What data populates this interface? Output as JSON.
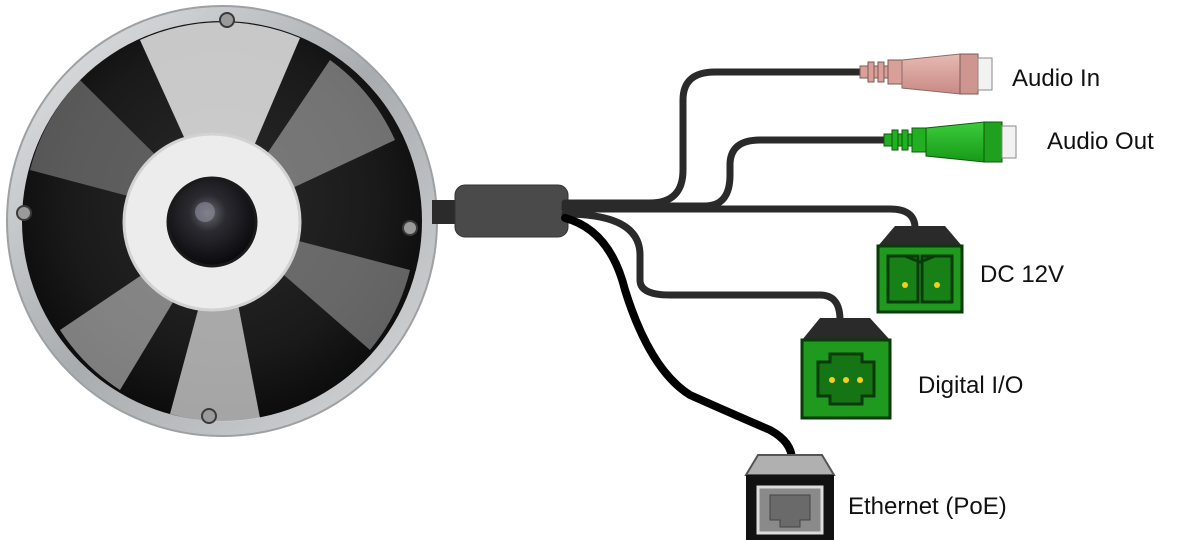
{
  "labels": {
    "audio_in": "Audio In",
    "audio_out": "Audio Out",
    "dc_12v": "DC 12V",
    "digital_io": "Digital I/O",
    "ethernet": "Ethernet (PoE)"
  },
  "colors": {
    "camera_body": "#b9bcc0",
    "camera_shadow": "#151515",
    "lens_ring": "#e9e9e9",
    "audio_in_plug": "#d9a09a",
    "audio_out_plug": "#22b022",
    "terminal_block": "#1f9a1f",
    "cable": "#2a2a2a",
    "ethernet_jack": "#111111"
  },
  "icons": {
    "camera": "fisheye-camera-icon",
    "audio_in": "audio-jack-icon",
    "audio_out": "audio-jack-icon",
    "dc_12v": "power-terminal-icon",
    "digital_io": "io-terminal-icon",
    "ethernet": "rj45-jack-icon"
  }
}
